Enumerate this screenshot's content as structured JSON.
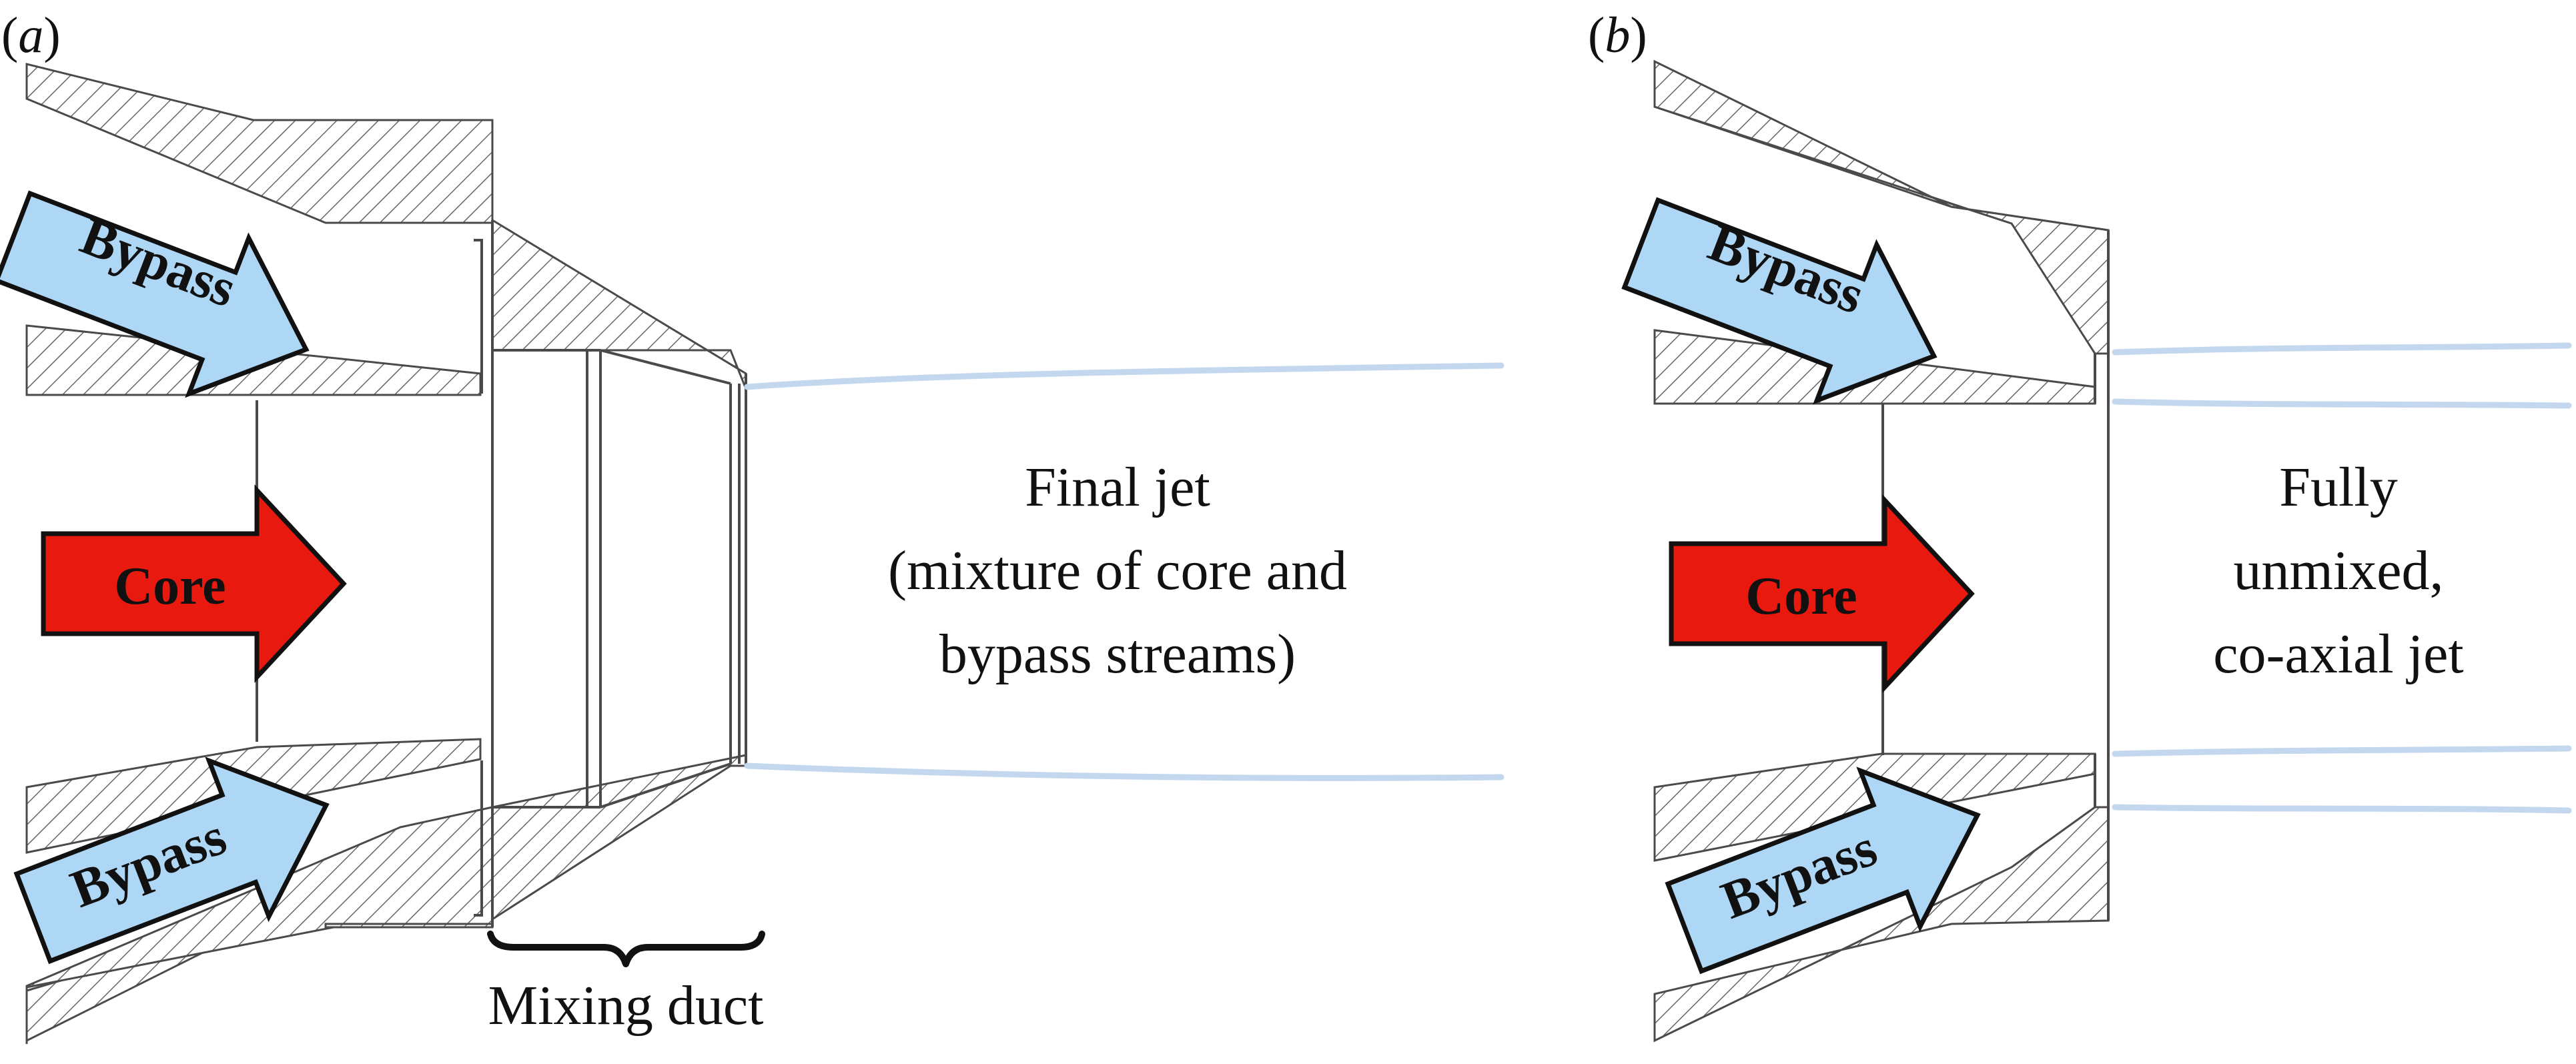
{
  "colors": {
    "bypass_arrow": "#aed6f5",
    "core_arrow": "#e8190f",
    "arrow_outline": "#111111",
    "jet_lines": "#c3d8ee",
    "hatch": "#666666"
  },
  "panel_a": {
    "label": "(a)",
    "label_paren_open": "(",
    "label_letter": "a",
    "label_paren_close": ")",
    "arrows": {
      "bypass_top": "Bypass",
      "core": "Core",
      "bypass_bottom": "Bypass"
    },
    "annotation": [
      "Final jet",
      "(mixture of core and",
      "bypass streams)"
    ],
    "mixing_label": "Mixing duct"
  },
  "panel_b": {
    "label": "(b)",
    "label_paren_open": "(",
    "label_letter": "b",
    "label_paren_close": ")",
    "arrows": {
      "bypass_top": "Bypass",
      "core": "Core",
      "bypass_bottom": "Bypass"
    },
    "annotation": [
      "Fully",
      "unmixed,",
      "co-axial jet"
    ]
  }
}
